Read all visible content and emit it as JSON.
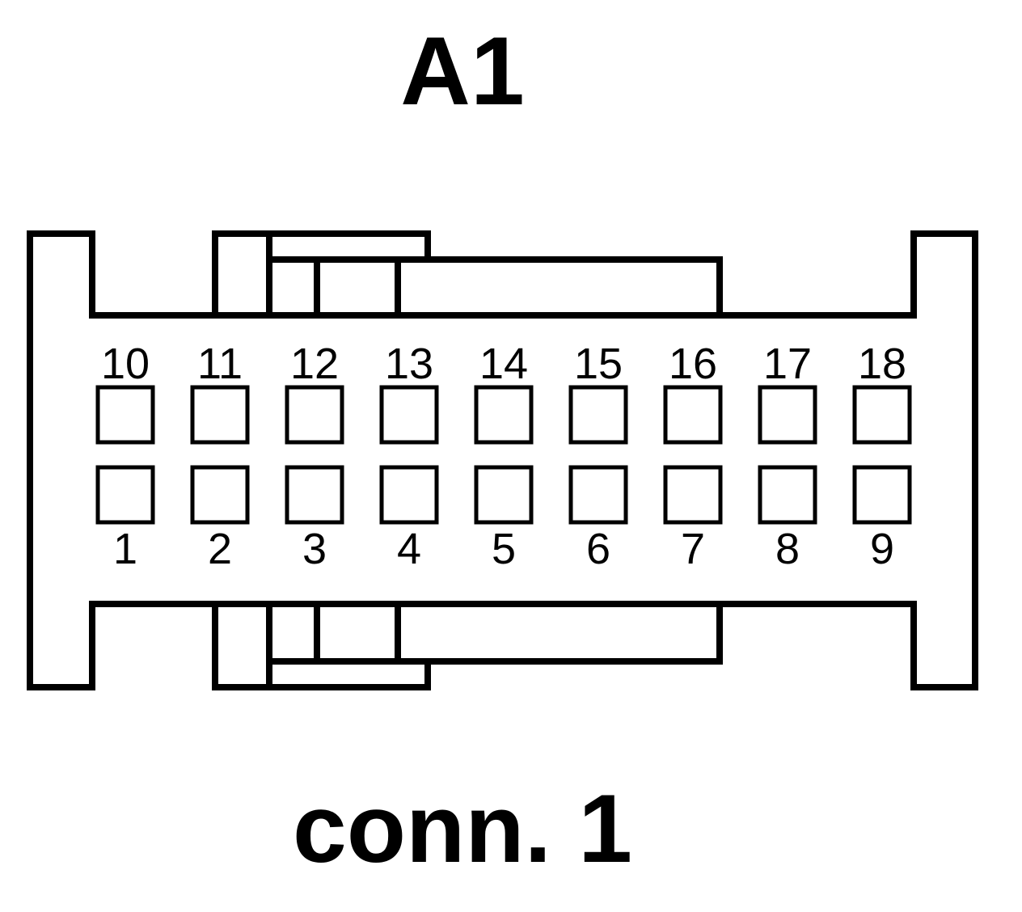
{
  "diagram": {
    "title": "A1",
    "caption": "conn. 1",
    "colors": {
      "line": "#000000",
      "background": "#ffffff"
    },
    "top_row_pins": [
      "10",
      "11",
      "12",
      "13",
      "14",
      "15",
      "16",
      "17",
      "18"
    ],
    "bottom_row_pins": [
      "1",
      "2",
      "3",
      "4",
      "5",
      "6",
      "7",
      "8",
      "9"
    ]
  }
}
